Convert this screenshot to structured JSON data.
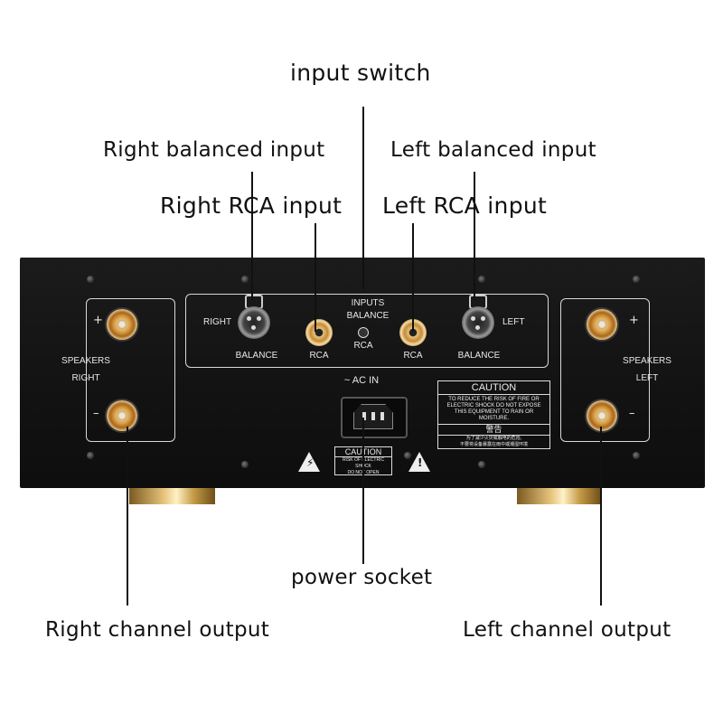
{
  "callouts": {
    "input_switch": "input switch",
    "right_balanced_input": "Right balanced input",
    "left_balanced_input": "Left balanced input",
    "right_rca_input": "Right RCA input",
    "left_rca_input": "Left RCA input",
    "power_socket": "power socket",
    "right_channel_output": "Right channel output",
    "left_channel_output": "Left channel output"
  },
  "panel": {
    "inputs_label": "INPUTS",
    "balance_label": "BALANCE",
    "rca_switch_label": "RCA",
    "right_label": "RIGHT",
    "left_label": "LEFT",
    "balance_right": "BALANCE",
    "balance_left": "BALANCE",
    "rca_right": "RCA",
    "rca_left": "RCA",
    "speakers_right_1": "SPEAKERS",
    "speakers_right_2": "RIGHT",
    "speakers_left_1": "SPEAKERS",
    "speakers_left_2": "LEFT",
    "plus": "+",
    "minus": "–",
    "ac_in": "~ AC IN",
    "caution_title": "CAUTION",
    "caution_text_1": "TO REDUCE THE RISK OF FIRE OR",
    "caution_text_2": "ELECTRIC SHOCK DO NOT EXPOSE",
    "caution_text_3": "THIS EQUIPMENT TO RAIN OR",
    "caution_text_4": "MOISTURE.",
    "warning_cn": "警告",
    "warning_cn_1": "为了减少火灾或触电的危险,",
    "warning_cn_2": "不要将设备暴露在雨中或潮湿环境",
    "caution_small_title": "CAUTION",
    "caution_small_1": "RISK OF ELECTRIC SHOCK",
    "caution_small_2": "DO NOT OPEN",
    "lightning_glyph": "⚡",
    "exclaim_glyph": "!"
  }
}
